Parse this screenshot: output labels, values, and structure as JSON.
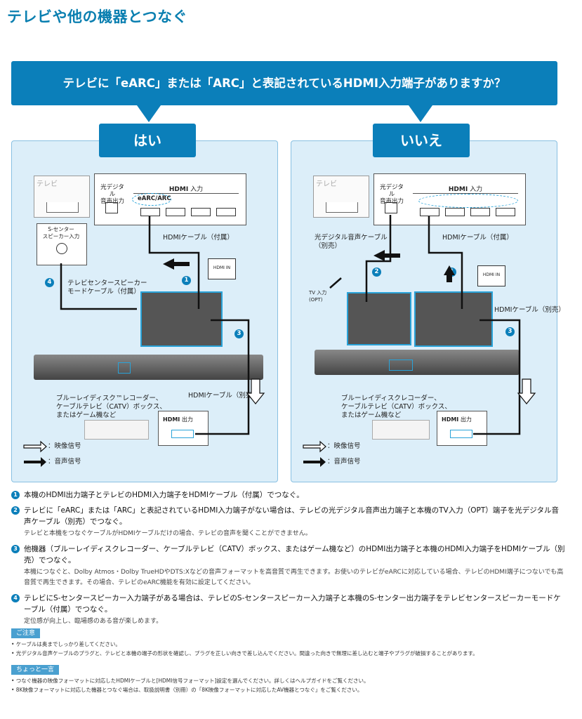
{
  "title": "テレビや他の機器とつなぐ",
  "question": "テレビに「eARC」または「ARC」と表記されているHDMI入力端子がありますか？",
  "answers": {
    "yes": "はい",
    "no": "いいえ"
  },
  "diagram": {
    "tv_label": "テレビ",
    "optical_out_label": "光デジタル\n音声出力",
    "hdmi_in_label": "HDMI 入力",
    "hdmi_logo": "HDMI",
    "in_suffix": "入力",
    "out_suffix": "出力",
    "earc_arc_label": "eARC/ARC",
    "s_center_label": "S-センター\nスピーカー入力",
    "hdmi_cable_included": "HDMIケーブル（付属）",
    "tv_center_cable": "テレビセンタースピーカー\nモードケーブル（付属）",
    "hdmi_cable_sold": "HDMIケーブル（別売）",
    "optical_cable": "光デジタル音声ケーブル\n（別売）",
    "tv_input_opt": "TV 入力\n(OPT)",
    "hdmi_in_badge": "HDMI IN",
    "device_yes": "ブルーレイディスク™レコーダー、\nケーブルテレビ（CATV）ボックス、\nまたはゲーム機など",
    "device_no": "ブルーレイディスクレコーダー、\nケーブルテレビ（CATV）ボックス、\nまたはゲーム機など",
    "legend_video": "：映像信号",
    "legend_audio": "：音声信号"
  },
  "steps": [
    {
      "num": "1",
      "text": "本機のHDMI出力端子とテレビのHDMI入力端子をHDMIケーブル（付属）でつなぐ。",
      "sub": ""
    },
    {
      "num": "2",
      "text": "テレビに「eARC」または「ARC」と表記されているHDMI入力端子がない場合は、テレビの光デジタル音声出力端子と本機のTV入力（OPT）端子を光デジタル音声ケーブル（別売）でつなぐ。",
      "sub": "テレビと本機をつなぐケーブルがHDMIケーブルだけの場合、テレビの音声を聞くことができません。"
    },
    {
      "num": "3",
      "text": "他機器（ブルーレイディスクレコーダー、ケーブルテレビ（CATV）ボックス、またはゲーム機など）のHDMI出力端子と本機のHDMI入力端子をHDMIケーブル（別売）でつなぐ。",
      "sub": "本機につなぐと、Dolby Atmos・Dolby TrueHDやDTS:Xなどの音声フォーマットを高音質で再生できます。お使いのテレビがeARCに対応している場合、テレビのHDMI端子につないでも高音質で再生できます。その場合、テレビのeARC機能を有効に設定してください。"
    },
    {
      "num": "4",
      "text": "テレビにS-センタースピーカー入力端子がある場合は、テレビのS-センタースピーカー入力端子と本機のS-センター出力端子をテレビセンタースピーカーモードケーブル（付属）でつなぐ。",
      "sub": "定位感が向上し、臨場感のある音が楽しめます。"
    }
  ],
  "caution": {
    "label": "ご注意",
    "items": [
      "• ケーブルは奥までしっかり差してください。",
      "• 光デジタル音声ケーブルのプラグと、テレビと本機の端子の形状を確認し、プラグを正しい向きで差し込んでください。間違った向きで無理に差し込むと端子やプラグが破損することがあります。"
    ]
  },
  "tip": {
    "label": "ちょっと一言",
    "items": [
      "• つなぐ機器の映像フォーマットに対応したHDMIケーブルと[HDMI信号フォーマット]設定を選んでください。詳しくはヘルプガイドをご覧ください。",
      "• 8K映像フォーマットに対応した機器とつなぐ場合は、取扱説明書（別冊）の「8K映像フォーマットに対応したAV機器とつなぐ」をご覧ください。"
    ]
  },
  "colors": {
    "accent": "#0b7fba",
    "panel": "#dceef9",
    "cable": "#111111",
    "highlight": "#29a3d9"
  }
}
